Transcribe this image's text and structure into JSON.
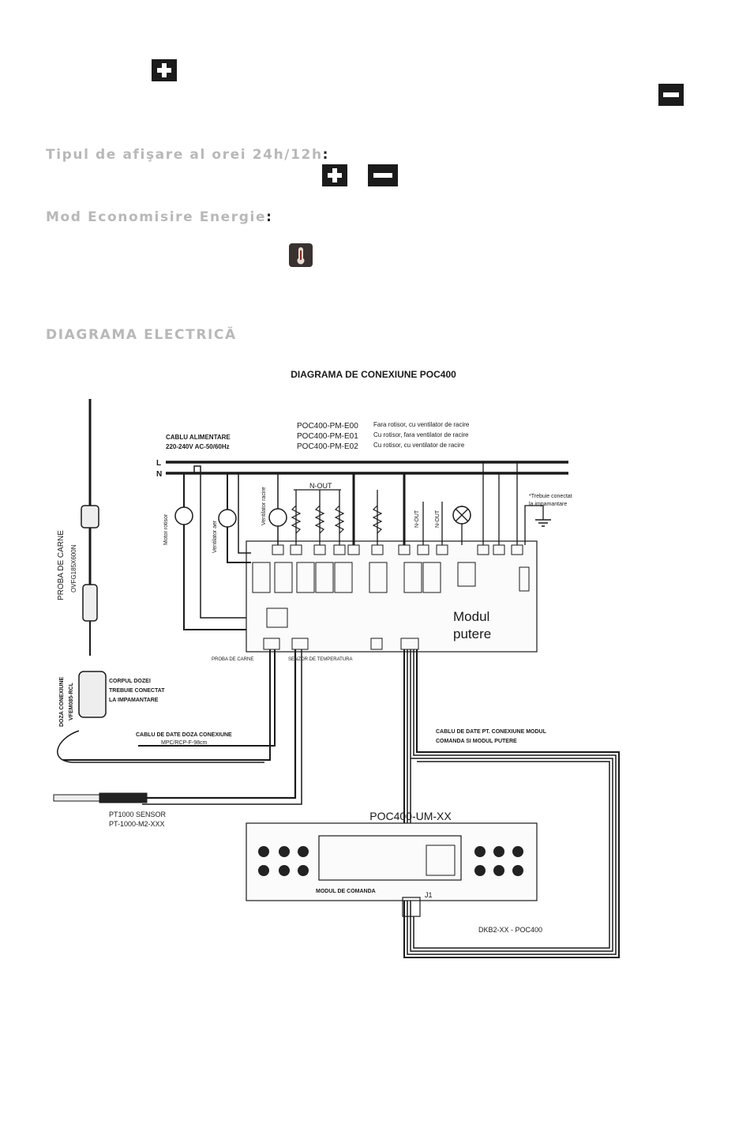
{
  "headings": {
    "time_format": "Tipul de afişare al orei 24h/12h",
    "time_format_colon": ":",
    "energy_mode": "Mod Economisire Energie",
    "energy_mode_colon": ":",
    "electric_diagram": "DIAGRAMA ELECTRICĂ"
  },
  "icons": {
    "plus": "plus-icon",
    "minus": "minus-icon",
    "thermometer": "thermometer-icon"
  },
  "diagram": {
    "title": "DIAGRAMA DE CONEXIUNE POC400",
    "power_cable_label_1": "CABLU ALIMENTARE",
    "power_cable_label_2": "220-240V AC-50/60Hz",
    "line_L": "L",
    "line_N": "N",
    "variants": [
      {
        "code": "POC400-PM-E00",
        "desc": "Fara rotisor, cu ventilator de racire"
      },
      {
        "code": "POC400-PM-E01",
        "desc": "Cu rotisor, fara ventilator de racire"
      },
      {
        "code": "POC400-PM-E02",
        "desc": "Cu rotisor, cu ventilator de racire"
      }
    ],
    "n_out_label": "N-OUT",
    "n_out_small_1": "N-OUT",
    "n_out_small_2": "N-OUT",
    "ground_note_1": "*Trebuie conectat",
    "ground_note_2": "la impamantare",
    "motor_label_1": "Motor rotisor",
    "motor_label_2": "Ventilator aer",
    "motor_label_3": "Ventilator racire",
    "power_module_1": "Modul",
    "power_module_2": "putere",
    "meat_probe_label": "PROBA DE CARNE",
    "meat_probe_code": "OVFG185X600N",
    "probe_connector_label": "PROBA DE CARNE",
    "temp_sensor_label": "SENZOR DE TEMPERATURA",
    "socket_label_1": "DOZA CONEXIUNE",
    "socket_label_2": "VFEM085-RCL",
    "socket_note_1": "CORPUL DOZEI",
    "socket_note_2": "TREBUIE CONECTAT",
    "socket_note_3": "LA IMPAMANTARE",
    "data_cable_socket_1": "CABLU DE DATE DOZA CONEXIUNE",
    "data_cable_socket_2": "MPC/RCP-F-98cm",
    "data_cable_modules_1": "CABLU DE DATE PT. CONEXIUNE MODUL",
    "data_cable_modules_2": "COMANDA SI MODUL PUTERE",
    "pt1000_1": "PT1000 SENSOR",
    "pt1000_2": "PT-1000-M2-XXX",
    "user_module_title": "POC400-UM-XX",
    "user_module_label": "MODUL DE COMANDA",
    "j1_label": "J1",
    "cable_code": "DKB2-XX - POC400"
  }
}
